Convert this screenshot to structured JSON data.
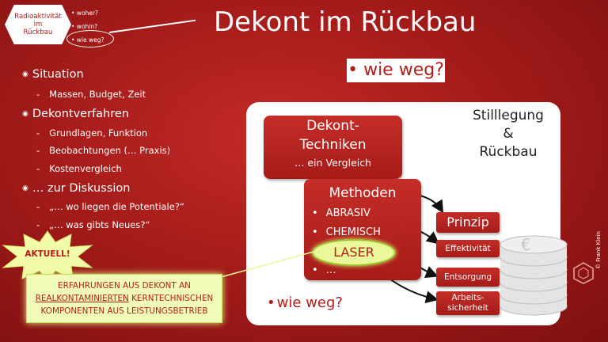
{
  "logo": {
    "line1": "Radioaktivität",
    "line2": "im",
    "line3": "Rückbau",
    "links": [
      "• woher?",
      "• wohin?",
      "• wie weg?"
    ]
  },
  "title": "Dekont im Rückbau",
  "bullets": [
    {
      "label": "Situation",
      "sub": [
        "Massen, Budget, Zeit"
      ]
    },
    {
      "label": "Dekontverfahren",
      "sub": [
        "Grundlagen, Funktion",
        "Beobachtungen (… Praxis)",
        "Kostenvergleich"
      ]
    },
    {
      "label": "… zur Diskussion",
      "sub": [
        "„… wo liegen die Potentiale?“",
        "„… was gibts Neues?“"
      ]
    }
  ],
  "wieweg_top": "• wie weg?",
  "diagram": {
    "dekont": {
      "title_line1": "Dekont-",
      "title_line2": "Techniken",
      "subtitle": "… ein Vergleich"
    },
    "stilllegung": {
      "line1": "Stilllegung",
      "line2": "&",
      "line3": "Rückbau"
    },
    "methoden": {
      "title": "Methoden",
      "items": [
        "ABRASIV",
        "CHEMISCH",
        "",
        "…"
      ]
    },
    "laser": "LASER",
    "prinzip": "Prinzip",
    "effektivitaet": "Effektivität",
    "entsorgung": "Entsorgung",
    "arbeitssicherheit_line1": "Arbeits-",
    "arbeitssicherheit_line2": "sicherheit",
    "coin_symbol": "€",
    "wieweg_bottom": "wie weg?"
  },
  "aktuell": "AKTUELL!",
  "callout": {
    "line1": "ERFAHRUNGEN AUS DEKONT AN",
    "line2_underlined": "REALKONTAMINIERTEN",
    "line2_rest": " KERNTECHNISCHEN",
    "line3": "KOMPONENTEN AUS LEISTUNGSBETRIEB"
  },
  "credit": "© Frank Klein",
  "colors": {
    "accent_red": "#b41d1a",
    "highlight_green": "#eaf79a",
    "panel": "#ffffff"
  }
}
